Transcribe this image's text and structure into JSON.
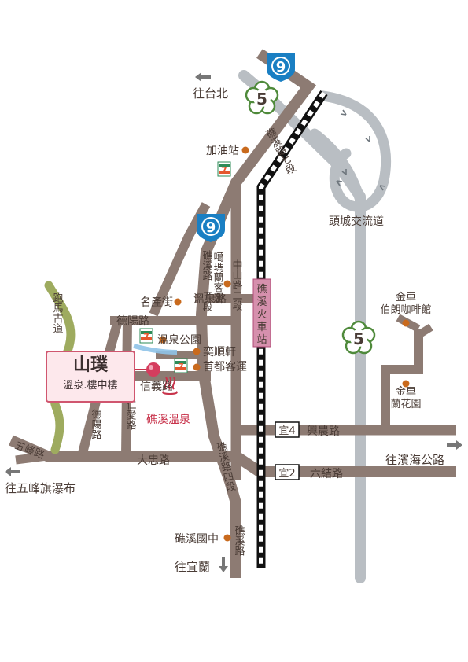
{
  "destination": {
    "name": "山璞",
    "subtitle": "溫泉.樓中樓"
  },
  "highways": {
    "provincial_9_north": "9",
    "provincial_9_mid": "5",
    "provincial_9": "9",
    "county_5": "5"
  },
  "roads": {
    "jiaoxi_road_top": "礁溪路七段",
    "jiaoxi_road_mid": "礁溪路",
    "jiaoxi_road_5": "五段",
    "jiaoxi_road_4": "礁溪路四段",
    "jiaoxi_road_south": "礁溪路",
    "zhongshan_road_2": "中山路二段",
    "wenquan_road": "溫泉路",
    "deyang_road": "德陽路",
    "xinyi_road": "信義路",
    "renai_road": "仁愛路",
    "dezhong_road": "德陽路",
    "dazhong_road": "大忠路",
    "wufeng_road": "五峰路",
    "xingnong_road": "興農路",
    "liujie_road": "六結路",
    "trail": "跑馬古道",
    "mingchan_street": "名產街",
    "yi4": "宜4",
    "yi2": "宜2"
  },
  "station": "礁溪火車站",
  "pois": {
    "gas_station": "加油站",
    "hotel_a": "噶瑪蘭客運",
    "hot_spring_park": "溫泉公園",
    "yishunxuan": "奕順軒",
    "shoudu_bus": "首都客運",
    "jiaoxi_hot_spring": "礁溪溫泉",
    "jiaoxi_junior_high": "礁溪國中",
    "jinche_cafe": "金車伯朗咖啡館",
    "jinche_orchid": "金車蘭花園",
    "toucheng_interchange": "頭城交流道"
  },
  "directions": {
    "taipei": "往台北",
    "wufeng_falls": "往五峰旗瀑布",
    "yilan": "往宜蘭",
    "coastal_road": "往濱海公路"
  },
  "colors": {
    "road": "#8d7b73",
    "expressway": "#b9bec3",
    "poi": "#c96a1d",
    "accent": "#c8334b",
    "trail": "#9eab5f",
    "highway_blue": "#1a7fc3"
  }
}
